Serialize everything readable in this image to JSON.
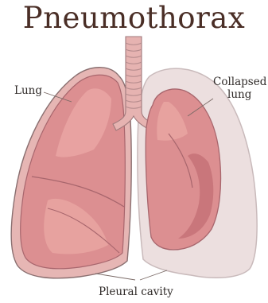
{
  "title": "Pneumothorax",
  "labels": {
    "lung": "Lung",
    "collapsed_line1": "Collapsed",
    "collapsed_line2": "lung",
    "pleural_cavity": "Pleural cavity"
  },
  "colors": {
    "title": "#4a2e26",
    "lung_fill": "#dc8f91",
    "lung_dark": "#c06b72",
    "lung_light": "#eaa6a3",
    "trachea": "#e6b3b1",
    "cavity": "#ecdfdf",
    "cavity_edge": "#d2c4c5",
    "outline": "#8a6f70"
  }
}
